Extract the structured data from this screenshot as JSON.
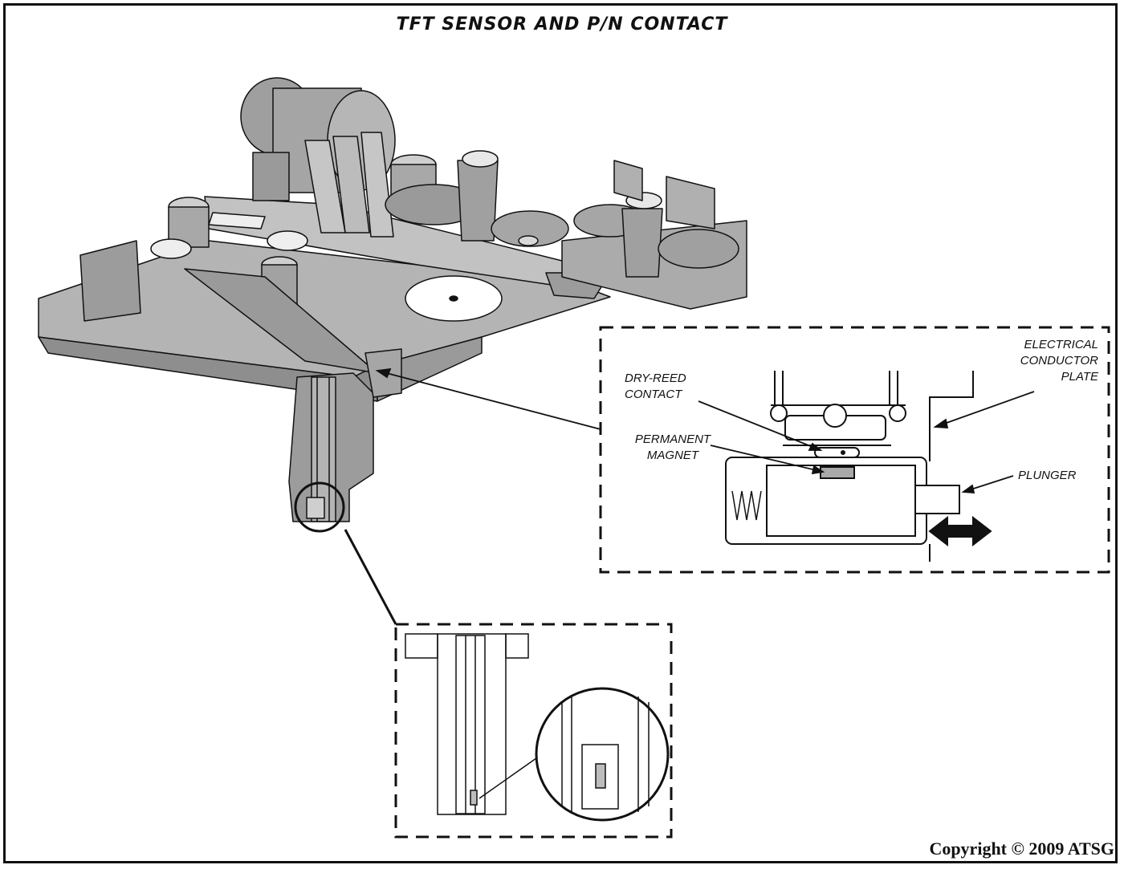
{
  "title": "TFT SENSOR AND P/N CONTACT",
  "labels": {
    "electrical_conductor_plate": "ELECTRICAL\nCONDUCTOR\nPLATE",
    "dry_reed_contact": "DRY-REED\nCONTACT",
    "permanent_magnet": "PERMANENT\nMAGNET",
    "plunger": "PLUNGER"
  },
  "copyright": "Copyright © 2009 ATSG",
  "colors": {
    "body": "#a9a9a9",
    "body_dark": "#8a8a8a",
    "body_light": "#c8c8c8",
    "line": "#111111"
  }
}
